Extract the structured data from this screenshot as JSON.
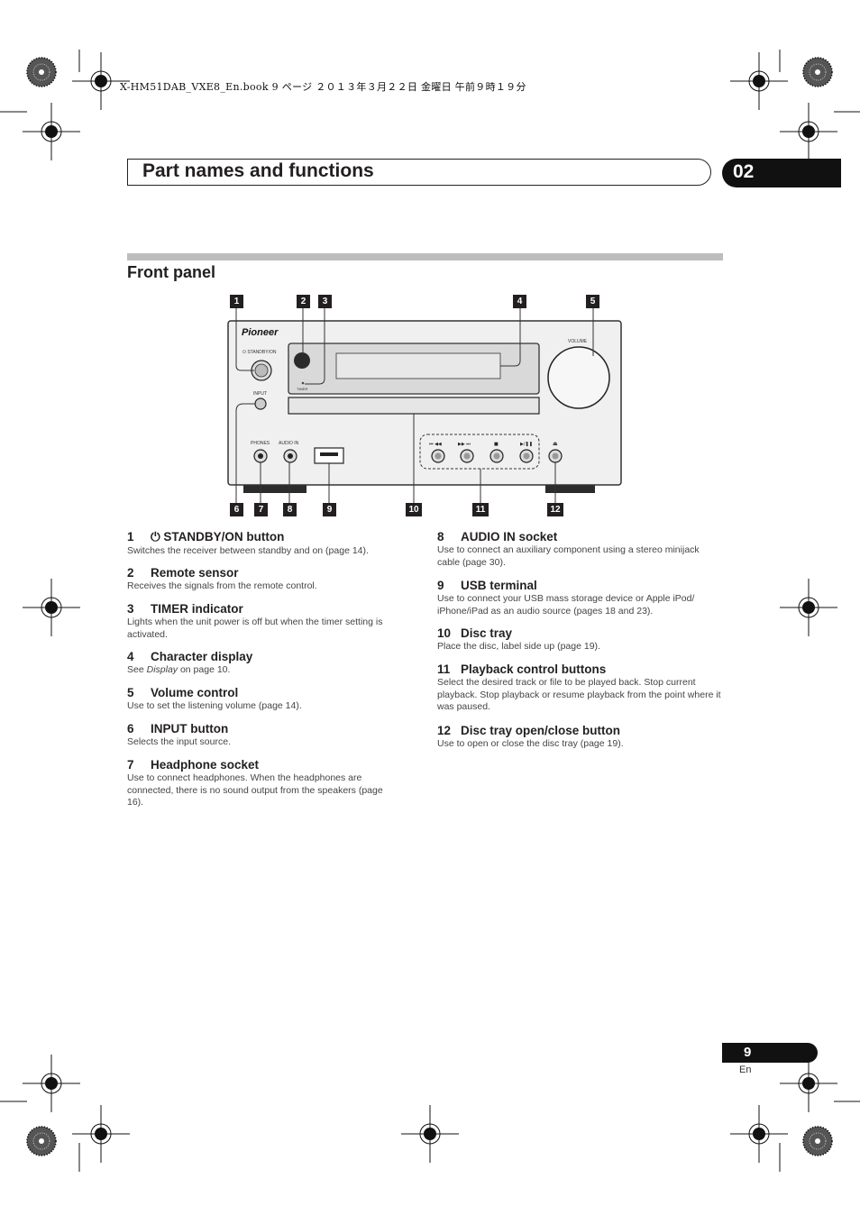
{
  "print_line": "X-HM51DAB_VXE8_En.book  9 ページ  ２０１３年３月２２日  金曜日  午前９時１９分",
  "header": {
    "title": "Part names and functions",
    "chapter": "02"
  },
  "section": {
    "title": "Front panel"
  },
  "diagram": {
    "brand": "Pioneer",
    "labels": {
      "standby": "⏻ STANDBY/ON",
      "timer": "TIMER",
      "input": "INPUT",
      "volume": "VOLUME",
      "phones": "PHONES",
      "audio_in": "AUDIO IN",
      "btn_prev": "⏮ ◀◀",
      "btn_next": "▶▶ ⏭",
      "btn_stop": "■",
      "btn_play": "▶/❚❚",
      "btn_eject": "⏏"
    },
    "callouts": [
      "1",
      "2",
      "3",
      "4",
      "5",
      "6",
      "7",
      "8",
      "9",
      "10",
      "11",
      "12"
    ]
  },
  "items_left": [
    {
      "num": "1",
      "title": "⏻ STANDBY/ON button",
      "desc": "Switches the receiver between standby and on (page 14)."
    },
    {
      "num": "2",
      "title": "Remote sensor",
      "desc": "Receives the signals from the remote control."
    },
    {
      "num": "3",
      "title": "TIMER indicator",
      "desc": "Lights when the unit power is off but when the timer setting is activated."
    },
    {
      "num": "4",
      "title": "Character display",
      "desc_pre": "See ",
      "desc_em": "Display",
      "desc_post": " on page 10."
    },
    {
      "num": "5",
      "title": "Volume control",
      "desc": "Use to set the listening volume (page 14)."
    },
    {
      "num": "6",
      "title": "INPUT button",
      "desc": "Selects the input source."
    },
    {
      "num": "7",
      "title": "Headphone socket",
      "desc": "Use to connect headphones. When the headphones are connected, there is no sound output from the speakers (page 16)."
    }
  ],
  "items_right": [
    {
      "num": "8",
      "title": "AUDIO IN socket",
      "desc": "Use to connect an auxiliary component using a stereo minijack cable (page 30)."
    },
    {
      "num": "9",
      "title": "USB terminal",
      "desc": "Use to connect your USB mass storage device or Apple iPod/ iPhone/iPad as an audio source (pages 18 and 23)."
    },
    {
      "num": "10",
      "title": "Disc tray",
      "desc": "Place the disc, label side up (page 19)."
    },
    {
      "num": "11",
      "title": "Playback control buttons",
      "desc": "Select the desired track or file to be played back. Stop current playback. Stop playback or resume playback from the point where it was paused."
    },
    {
      "num": "12",
      "title": "Disc tray open/close button",
      "desc": "Use to open or close the disc tray (page 19)."
    }
  ],
  "footer": {
    "page": "9",
    "lang": "En"
  }
}
